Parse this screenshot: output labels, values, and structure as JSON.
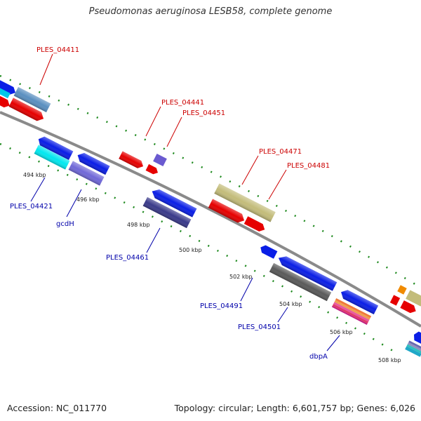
{
  "title": "Pseudomonas aeruginosa LESB58, complete genome",
  "footer": {
    "accession": "Accession: NC_011770",
    "stats": "Topology: circular; Length: 6,601,757 bp; Genes: 6,026"
  },
  "colors": {
    "backbone": "#8a8a8a",
    "tick": "#1f8a1f",
    "label_forward": "#cc0000",
    "label_reverse": "#0000aa"
  },
  "ticks": [
    "494 kbp",
    "496 kbp",
    "498 kbp",
    "500 kbp",
    "502 kbp",
    "504 kbp",
    "506 kbp",
    "508 kbp"
  ],
  "labels_forward": [
    "PLES_04411",
    "PLES_04441",
    "PLES_04451",
    "PLES_04471",
    "PLES_04481"
  ],
  "labels_reverse": [
    "PLES_04421",
    "gcdH",
    "PLES_04461",
    "PLES_04491",
    "PLES_04501",
    "dbpA"
  ]
}
